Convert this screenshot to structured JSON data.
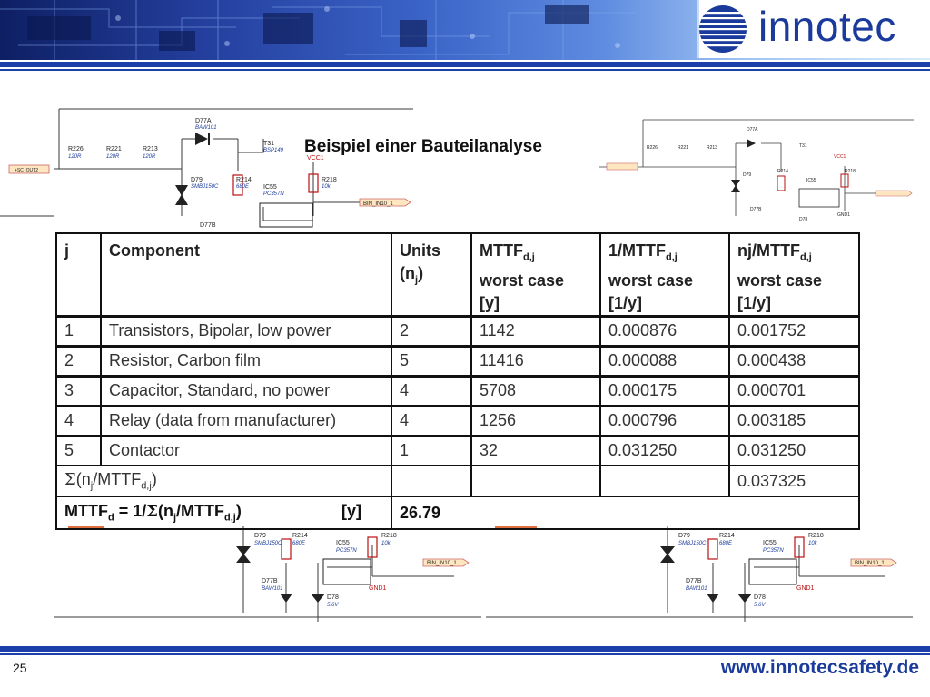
{
  "header": {
    "logo_text": "innotec",
    "brand_color": "#1b3b9c"
  },
  "slide": {
    "title": "Beispiel einer Bauteilanalyse",
    "page_number": "25",
    "footer_url": "www.innotecsafety.de"
  },
  "table": {
    "headers": {
      "j": "j",
      "component": "Component",
      "units_main": "Units",
      "units_sub_n": "(n",
      "units_sub_j": "j",
      "units_sub_close": ")",
      "mttf_main": "MTTF",
      "mttf_sub": "d,j",
      "mttf_wc": "worst case",
      "mttf_unit": "[y]",
      "inv_main": "1/MTTF",
      "inv_sub": "d,j",
      "inv_wc": "worst case",
      "inv_unit": "[1/y]",
      "nj_main": "nj/MTTF",
      "nj_sub": "d,j",
      "nj_wc": "worst case",
      "nj_unit": "[1/y]"
    },
    "rows": [
      {
        "j": "1",
        "component": "Transistors, Bipolar, low power",
        "units": "2",
        "mttf": "1142",
        "inv": "0.000876",
        "nj": "0.001752"
      },
      {
        "j": "2",
        "component": "Resistor, Carbon film",
        "units": "5",
        "mttf": "11416",
        "inv": "0.000088",
        "nj": "0.000438"
      },
      {
        "j": "3",
        "component": "Capacitor, Standard, no power",
        "units": "4",
        "mttf": "5708",
        "inv": "0.000175",
        "nj": "0.000701"
      },
      {
        "j": "4",
        "component": "Relay (data from manufacturer)",
        "units": "4",
        "mttf": "1256",
        "inv": "0.000796",
        "nj": "0.003185"
      },
      {
        "j": "5",
        "component": "Contactor",
        "units": "1",
        "mttf": "32",
        "inv": "0.031250",
        "nj": "0.031250"
      }
    ],
    "sum_row": {
      "sigma": "Σ",
      "label_a": "(n",
      "label_sub_j": "j",
      "label_b": "/MTTF",
      "label_sub_dj": "d,j",
      "label_c": ")",
      "value": "0.037325"
    },
    "mttf_row": {
      "label_a": "MTTF",
      "label_sub_d": "d",
      "label_b": " = 1/",
      "sigma": "Σ",
      "label_c": "(n",
      "label_sub_j": "j",
      "label_d": "/MTTF",
      "label_sub_dj": "d,j",
      "label_e": ")",
      "unit": "[y]",
      "value": "26.79"
    }
  },
  "schematic_labels": {
    "r226": "R226",
    "r221": "R221",
    "r213": "R213",
    "r120": "120R",
    "d77a": "D77A",
    "baw": "BAW101",
    "t31": "T31",
    "bsp": "BSP149",
    "vcc1": "VCC1",
    "d79": "D79",
    "smbj": "SMBJ150C",
    "r214": "R214",
    "r680": "680E",
    "ic55": "IC55",
    "pc357": "PC357N",
    "r218": "R218",
    "r10k": "10k",
    "bin": "BIN_IN10_1",
    "d77b": "D77B",
    "d78": "D78",
    "v56": "5.6V",
    "gnd": "GND1",
    "sc": "+SC_OUT2"
  }
}
